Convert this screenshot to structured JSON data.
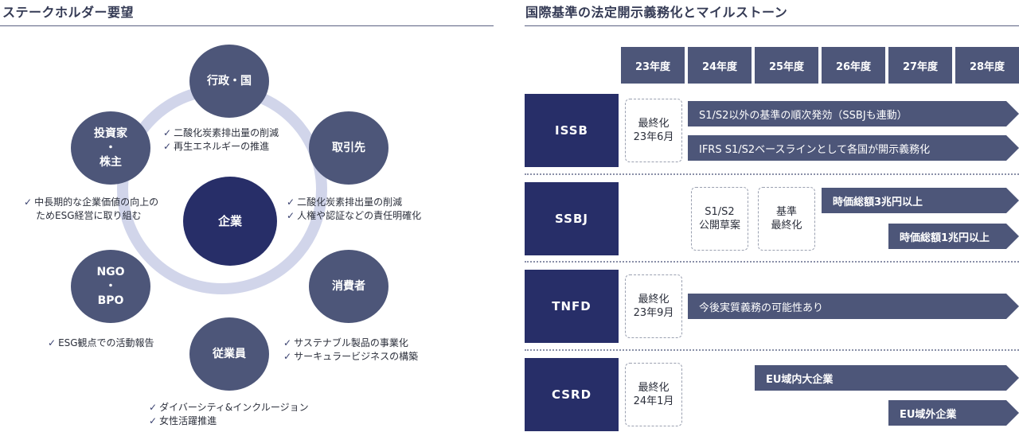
{
  "left": {
    "heading": "ステークホルダー要望",
    "center": "企業",
    "nodes": {
      "gov": "行政・国",
      "investor": "投資家\n・\n株主",
      "partner": "取引先",
      "consumer": "消費者",
      "ngo": "NGO\n・\nBPO",
      "employee": "従業員"
    },
    "checks": {
      "gov": [
        "二酸化炭素排出量の削減",
        "再生エネルギーの推進"
      ],
      "partner": [
        "二酸化炭素排出量の削減",
        "人権や認証などの責任明確化"
      ],
      "investor": [
        "中長期的な企業価値の向上の",
        "ためESG経営に取り組む"
      ],
      "ngo": [
        "ESG観点での活動報告"
      ],
      "consumer": [
        "サステナブル製品の事業化",
        "サーキュラービジネスの構築"
      ],
      "employee": [
        "ダイバーシティ&インクルージョン",
        "女性活躍推進"
      ]
    },
    "check_mark": "✓"
  },
  "right": {
    "heading": "国際基準の法定開示義務化とマイルストーン",
    "years": [
      "23年度",
      "24年度",
      "25年度",
      "26年度",
      "27年度",
      "28年度"
    ],
    "standards": [
      "ISSB",
      "SSBJ",
      "TNFD",
      "CSRD"
    ],
    "issb": {
      "box": "最終化\n23年6月",
      "bar1": "S1/S2以外の基準の順次発効（SSBJも連動）",
      "bar2": "IFRS S1/S2ベースラインとして各国が開示義務化"
    },
    "ssbj": {
      "box1": "S1/S2\n公開草案",
      "box2": "基準\n最終化",
      "bar1": "時価総額3兆円以上",
      "bar2": "時価総額1兆円以上"
    },
    "tnfd": {
      "box": "最終化\n23年9月",
      "bar1": "今後実質義務の可能性あり"
    },
    "csrd": {
      "box": "最終化\n24年1月",
      "bar1": "EU域内大企業",
      "bar2": "EU域外企業"
    }
  }
}
